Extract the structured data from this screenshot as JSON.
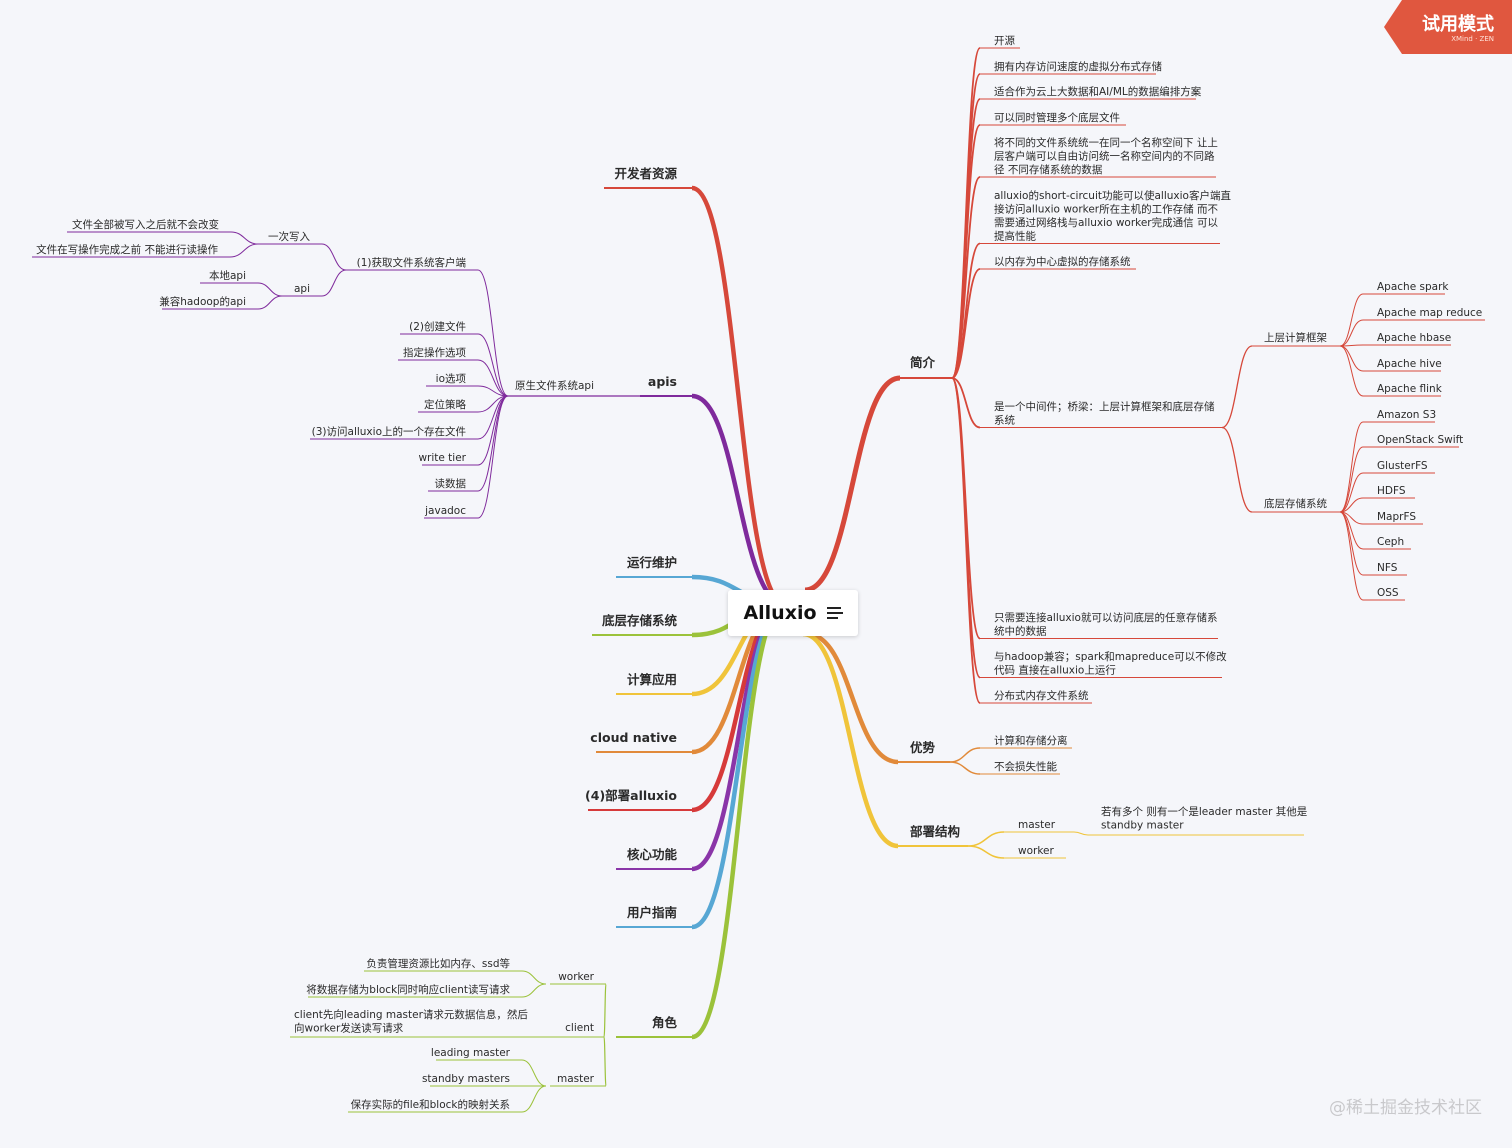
{
  "center": {
    "label": "Alluxio"
  },
  "trial_badge": {
    "text": "试用模式",
    "sub": "XMind · ZEN"
  },
  "watermark": "@稀土掘金技术社区",
  "colors": {
    "red": "#d6483a",
    "purple": "#7f2a9c",
    "blue": "#57a7d4",
    "green": "#9bc23a",
    "yellow": "#f0c43a",
    "orange": "#e18a3a",
    "crimson": "#d63a3a",
    "violet": "#8a35a8",
    "dev": "#d6483a"
  },
  "right": {
    "intro": {
      "label": "简介",
      "items": [
        "开源",
        "拥有内存访问速度的虚拟分布式存储",
        "适合作为云上大数据和AI/ML的数据编排方案",
        "可以同时管理多个底层文件",
        "将不同的文件系统统一在同一个名称空间下 让上|层客户端可以自由访问统一名称空间内的不同路|径 不同存储系统的数据",
        "alluxio的short-circuit功能可以使alluxio客户端直|接访问alluxio worker所在主机的工作存储 而不|需要通过网络栈与alluxio worker完成通信 可以|提高性能",
        "以内存为中心虚拟的存储系统",
        "是一个中间件；桥梁：上层计算框架和底层存储|系统",
        "只需要连接alluxio就可以访问底层的任意存储系|统中的数据",
        "与hadoop兼容；spark和mapreduce可以不修改|代码 直接在alluxio上运行",
        "分布式内存文件系统"
      ],
      "upper": {
        "label": "上层计算框架",
        "items": [
          "Apache  spark",
          "Apache map reduce",
          "Apache  hbase",
          "Apache  hive",
          "Apache  flink"
        ]
      },
      "lower": {
        "label": "底层存储系统",
        "items": [
          "Amazon S3",
          "OpenStack Swift",
          "GlusterFS",
          "HDFS",
          "MaprFS",
          "Ceph",
          "NFS",
          "OSS"
        ]
      }
    },
    "adv": {
      "label": "优势",
      "items": [
        "计算和存储分离",
        "不会损失性能"
      ]
    },
    "deploy": {
      "label": "部署结构",
      "master": "master",
      "master_note": "若有多个 则有一个是leader master 其他是|standby master",
      "worker": "worker"
    }
  },
  "left": {
    "dev": "开发者资源",
    "apis": {
      "label": "apis",
      "native": "原生文件系统api",
      "get_client": "(1)获取文件系统客户端",
      "once": "一次写入",
      "once_items": [
        "文件全部被写入之后就不会改变",
        "文件在写操作完成之前 不能进行读操作"
      ],
      "api": "api",
      "api_items": [
        "本地api",
        "兼容hadoop的api"
      ],
      "items": [
        "(2)创建文件",
        "指定操作选项",
        "io选项",
        "定位策略",
        "(3)访问alluxio上的一个存在文件",
        "write tier",
        "读数据",
        "javadoc"
      ]
    },
    "ops": "运行维护",
    "under": "底层存储系统",
    "compute": "计算应用",
    "cloud": "cloud native",
    "deploy": "(4)部署alluxio",
    "core": "核心功能",
    "guide": "用户指南",
    "roles": {
      "label": "角色",
      "worker": "worker",
      "worker_items": [
        "负责管理资源比如内存、ssd等",
        "将数据存储为block同时响应client读写请求"
      ],
      "client": "client",
      "client_note": "client先向leading master请求元数据信息，然后|向worker发送读写请求",
      "master": "master",
      "master_items": [
        "leading master",
        "standby masters",
        "保存实际的file和block的映射关系"
      ]
    }
  }
}
